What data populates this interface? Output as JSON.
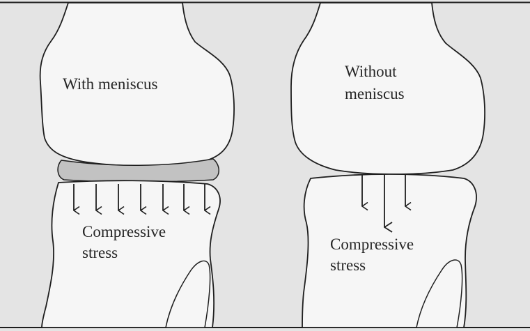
{
  "left_panel": {
    "label_line1": "With meniscus",
    "stress_line1": "Compressive",
    "stress_line2": "stress"
  },
  "right_panel": {
    "label_line1": "Without",
    "label_line2": "meniscus",
    "stress_line1": "Compressive",
    "stress_line2": "stress"
  },
  "colors": {
    "background": "#e4e4e4",
    "bone_fill": "#f6f6f6",
    "meniscus_fill": "#c2c2c2",
    "line": "#1e1e1e"
  }
}
